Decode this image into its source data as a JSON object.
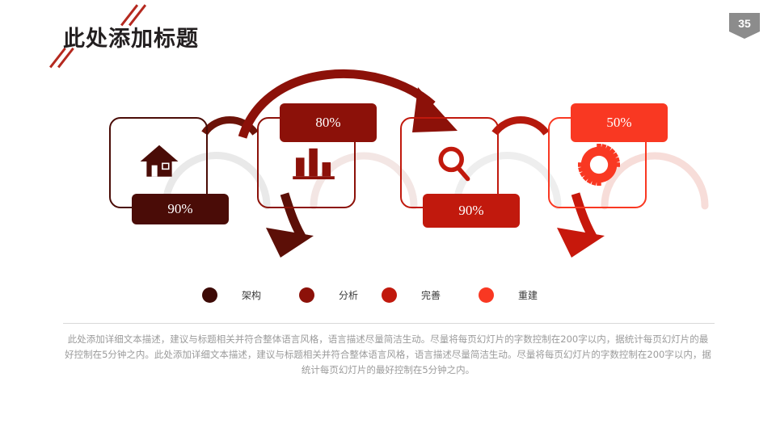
{
  "header": {
    "title": "此处添加标题",
    "page_number": "35"
  },
  "theme": {
    "color_1": "#4a0c07",
    "color_2": "#8c1109",
    "color_3": "#c1190d",
    "color_4": "#f93822",
    "badge_gray": "#8c8c8c",
    "arc_gray": "#e6e6e6",
    "text_gray": "#9b9b9b",
    "divider": "#d9d9d9"
  },
  "diagram": {
    "steps": [
      {
        "id": "step-1",
        "icon": "house-icon",
        "badge": "90%",
        "badge_position": "bottom",
        "color": "#4a0c07"
      },
      {
        "id": "step-2",
        "icon": "bar-chart-icon",
        "badge": "80%",
        "badge_position": "top",
        "color": "#8c1109"
      },
      {
        "id": "step-3",
        "icon": "magnifier-icon",
        "badge": "90%",
        "badge_position": "bottom",
        "color": "#c1190d"
      },
      {
        "id": "step-4",
        "icon": "gear-icon",
        "badge": "50%",
        "badge_position": "top",
        "color": "#f93822"
      }
    ]
  },
  "legend": {
    "items": [
      {
        "label": "架构",
        "color": "#3d0a06"
      },
      {
        "label": "分析",
        "color": "#8c1109"
      },
      {
        "label": "完善",
        "color": "#c1190d"
      },
      {
        "label": "重建",
        "color": "#f93822"
      }
    ]
  },
  "footer": {
    "body": "此处添加详细文本描述，建议与标题相关并符合整体语言风格，语言描述尽量简洁生动。尽量将每页幻灯片的字数控制在200字以内，据统计每页幻灯片的最好控制在5分钟之内。此处添加详细文本描述，建议与标题相关并符合整体语言风格，语言描述尽量简洁生动。尽量将每页幻灯片的字数控制在200字以内，据统计每页幻灯片的最好控制在5分钟之内。"
  }
}
